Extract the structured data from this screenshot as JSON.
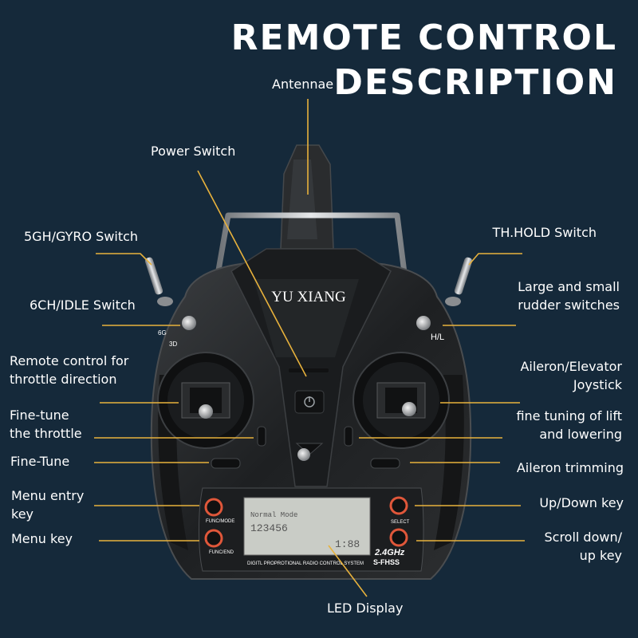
{
  "title": {
    "line1": "REMOTE CONTROL",
    "line2": "DESCRIPTION"
  },
  "device": {
    "brand": "YU XIANG",
    "left_switch_marks": {
      "top": "6G",
      "bottom": "3D"
    },
    "right_switch_mark": "H/L",
    "lcd_text": {
      "line1": "Normal Mode",
      "line2": "123456",
      "line3": "1:88"
    },
    "func_mode": "FUNC/MODE",
    "func_end": "FUNC/END",
    "select": "SELECT",
    "freq": "2.4GHz",
    "protocol": "S-FHSS",
    "system": "DIGITL PROPROTIONAL RADIO CONTROL SYSTEM"
  },
  "labels": {
    "antennae": "Antennae",
    "power_switch": "Power Switch",
    "gyro_switch": "5GH/GYRO Switch",
    "th_hold": "TH.HOLD Switch",
    "idle_switch": "6CH/IDLE Switch",
    "rudder_switches": "Large and small\nrudder switches",
    "throttle_direction": "Remote control for\nthrottle direction",
    "aileron_elevator": "Aileron/Elevator\nJoystick",
    "finetune_throttle": "Fine-tune\nthe throttle",
    "lift_lowering": "fine tuning of lift\nand lowering",
    "fine_tune": "Fine-Tune",
    "aileron_trimming": "Aileron trimming",
    "menu_entry": "Menu entry\nkey",
    "up_down": "Up/Down key",
    "menu_key": "Menu key",
    "scroll": "Scroll down/\nup key",
    "led_display": "LED Display"
  },
  "colors": {
    "background": "#15293a",
    "leader": "#e8b23c",
    "button_ring": "#e0573a",
    "lcd": "#c9ccc6"
  }
}
